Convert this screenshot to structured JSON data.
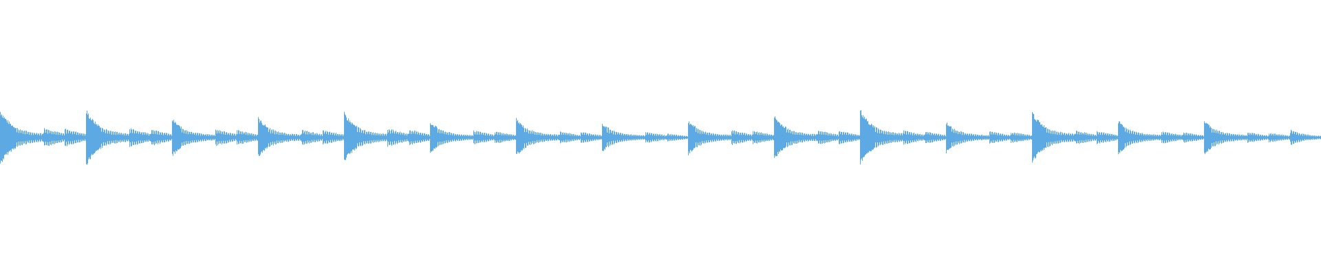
{
  "waveform": {
    "color": "#5DA9E3",
    "beat_duration_beats": 0.5,
    "decay_rate": 4.2,
    "events": [
      {
        "beat": 0.0,
        "amplitude": 1.0,
        "kind": "hit"
      },
      {
        "beat": 1.0,
        "amplitude": 0.35,
        "kind": "ghost"
      },
      {
        "beat": 1.5,
        "amplitude": 0.32,
        "kind": "ghost"
      },
      {
        "beat": 2.0,
        "amplitude": 1.0,
        "kind": "hit"
      },
      {
        "beat": 3.0,
        "amplitude": 0.34,
        "kind": "ghost"
      },
      {
        "beat": 3.5,
        "amplitude": 0.3,
        "kind": "ghost"
      },
      {
        "beat": 4.0,
        "amplitude": 0.68,
        "kind": "hit"
      },
      {
        "beat": 5.0,
        "amplitude": 0.3,
        "kind": "ghost"
      },
      {
        "beat": 5.5,
        "amplitude": 0.27,
        "kind": "ghost"
      },
      {
        "beat": 6.0,
        "amplitude": 0.72,
        "kind": "hit"
      },
      {
        "beat": 7.0,
        "amplitude": 0.28,
        "kind": "ghost"
      },
      {
        "beat": 7.5,
        "amplitude": 0.26,
        "kind": "ghost"
      },
      {
        "beat": 8.0,
        "amplitude": 0.9,
        "kind": "hit"
      },
      {
        "beat": 9.0,
        "amplitude": 0.33,
        "kind": "ghost"
      },
      {
        "beat": 9.5,
        "amplitude": 0.29,
        "kind": "ghost"
      },
      {
        "beat": 10.0,
        "amplitude": 0.58,
        "kind": "hit"
      },
      {
        "beat": 11.0,
        "amplitude": 0.25,
        "kind": "ghost"
      },
      {
        "beat": 11.5,
        "amplitude": 0.22,
        "kind": "ghost"
      },
      {
        "beat": 12.0,
        "amplitude": 0.68,
        "kind": "hit"
      },
      {
        "beat": 13.0,
        "amplitude": 0.22,
        "kind": "ghost"
      },
      {
        "beat": 13.5,
        "amplitude": 0.2,
        "kind": "ghost"
      },
      {
        "beat": 14.0,
        "amplitude": 0.52,
        "kind": "hit"
      },
      {
        "beat": 15.0,
        "amplitude": 0.2,
        "kind": "ghost"
      },
      {
        "beat": 15.5,
        "amplitude": 0.14,
        "kind": "ghost"
      },
      {
        "beat": 16.0,
        "amplitude": 0.62,
        "kind": "hit"
      },
      {
        "beat": 17.0,
        "amplitude": 0.27,
        "kind": "ghost"
      },
      {
        "beat": 17.5,
        "amplitude": 0.24,
        "kind": "ghost"
      },
      {
        "beat": 18.0,
        "amplitude": 0.79,
        "kind": "hit"
      },
      {
        "beat": 19.0,
        "amplitude": 0.26,
        "kind": "ghost"
      },
      {
        "beat": 19.5,
        "amplitude": 0.24,
        "kind": "ghost"
      },
      {
        "beat": 20.0,
        "amplitude": 1.0,
        "kind": "hit"
      },
      {
        "beat": 21.0,
        "amplitude": 0.25,
        "kind": "ghost"
      },
      {
        "beat": 21.5,
        "amplitude": 0.22,
        "kind": "ghost"
      },
      {
        "beat": 22.0,
        "amplitude": 0.55,
        "kind": "hit"
      },
      {
        "beat": 23.0,
        "amplitude": 0.22,
        "kind": "ghost"
      },
      {
        "beat": 23.5,
        "amplitude": 0.2,
        "kind": "ghost"
      },
      {
        "beat": 24.0,
        "amplitude": 0.92,
        "kind": "hit"
      },
      {
        "beat": 25.0,
        "amplitude": 0.25,
        "kind": "ghost"
      },
      {
        "beat": 25.5,
        "amplitude": 0.23,
        "kind": "ghost"
      },
      {
        "beat": 26.0,
        "amplitude": 0.62,
        "kind": "hit"
      },
      {
        "beat": 27.0,
        "amplitude": 0.22,
        "kind": "ghost"
      },
      {
        "beat": 27.5,
        "amplitude": 0.19,
        "kind": "ghost"
      },
      {
        "beat": 28.0,
        "amplitude": 0.62,
        "kind": "hit"
      },
      {
        "beat": 29.0,
        "amplitude": 0.19,
        "kind": "ghost"
      },
      {
        "beat": 29.5,
        "amplitude": 0.17,
        "kind": "ghost"
      },
      {
        "beat": 30.0,
        "amplitude": 0.3,
        "kind": "hit"
      }
    ]
  }
}
